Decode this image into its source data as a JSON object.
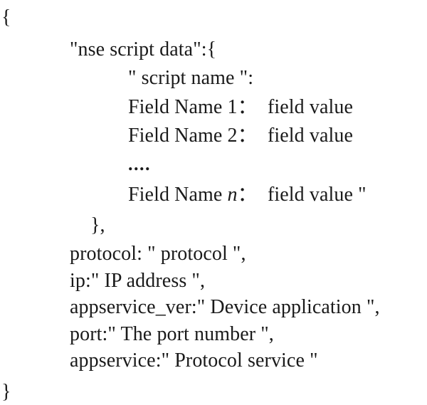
{
  "document": {
    "type": "json-snippet-figure",
    "background_color": "#ffffff",
    "text_color": "#1a1a1a",
    "font_style": "serif",
    "lines": [
      {
        "indent": 0,
        "text": "{"
      },
      {
        "indent": 1,
        "text": "\"nse script data\":{"
      },
      {
        "indent": 2,
        "text": "\" script name \":"
      },
      {
        "indent": 2,
        "text": "Field Name 1：  field value"
      },
      {
        "indent": 2,
        "text": "Field Name 2：  field value"
      },
      {
        "indent": 2,
        "text": "...."
      },
      {
        "indent": 2,
        "text": "Field Name n：  field value \""
      },
      {
        "indent": 1,
        "text": "},"
      },
      {
        "indent": 1,
        "text": "protocol: \" protocol \","
      },
      {
        "indent": 1,
        "text": "ip:\" IP address \","
      },
      {
        "indent": 1,
        "text": "appservice_ver:\" Device application \","
      },
      {
        "indent": 1,
        "text": "port:\" The port number \","
      },
      {
        "indent": 1,
        "text": "appservice:\" Protocol service \""
      },
      {
        "indent": 0,
        "text": "}"
      }
    ],
    "line_open_brace": "{",
    "line_nse_key": "\"nse script data\":{",
    "line_script_name": "\" script name \":",
    "line_field_1_name": "Field Name 1",
    "line_field_1_sep": "：",
    "line_field_1_value": "field value",
    "line_field_2_name": "Field Name 2",
    "line_field_2_sep": "：",
    "line_field_2_value": "field value",
    "line_ellipsis": "....",
    "line_field_n_prefix": "Field Name ",
    "line_field_n_italic": "n",
    "line_field_n_sep": "：",
    "line_field_n_value": "field value \"",
    "line_inner_close": "},",
    "line_protocol": "protocol: \" protocol \",",
    "line_ip": "ip:\" IP address \",",
    "line_appservice_ver": "appservice_ver:\" Device application \",",
    "line_port": "port:\" The port number \",",
    "line_appservice": "appservice:\" Protocol service \"",
    "line_close_brace": "}"
  }
}
